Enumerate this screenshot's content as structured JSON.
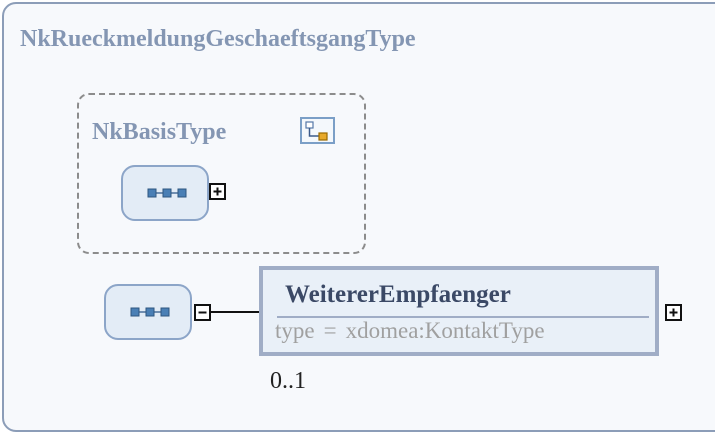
{
  "outer_type": {
    "name": "NkRueckmeldungGeschaeftsgangType"
  },
  "base_type": {
    "name": "NkBasisType",
    "icon": "type-hierarchy-icon"
  },
  "sequences": [
    {
      "icon": "sequence-icon",
      "expander": "plus"
    },
    {
      "icon": "sequence-icon",
      "expander": "minus"
    }
  ],
  "element": {
    "name": "WeitererEmpfaenger",
    "type_attr": "type",
    "type_eq": "=",
    "type_value": "xdomea:KontaktType",
    "expander": "plus",
    "occurrence": "0..1"
  },
  "colors": {
    "title": "#8496b3",
    "box_border": "#a0adc6",
    "box_fill": "#e9f0f8",
    "sequence_fill": "#e3ecf6",
    "sequence_border": "#8ca5c8",
    "panel_fill": "#f7f9fc"
  }
}
